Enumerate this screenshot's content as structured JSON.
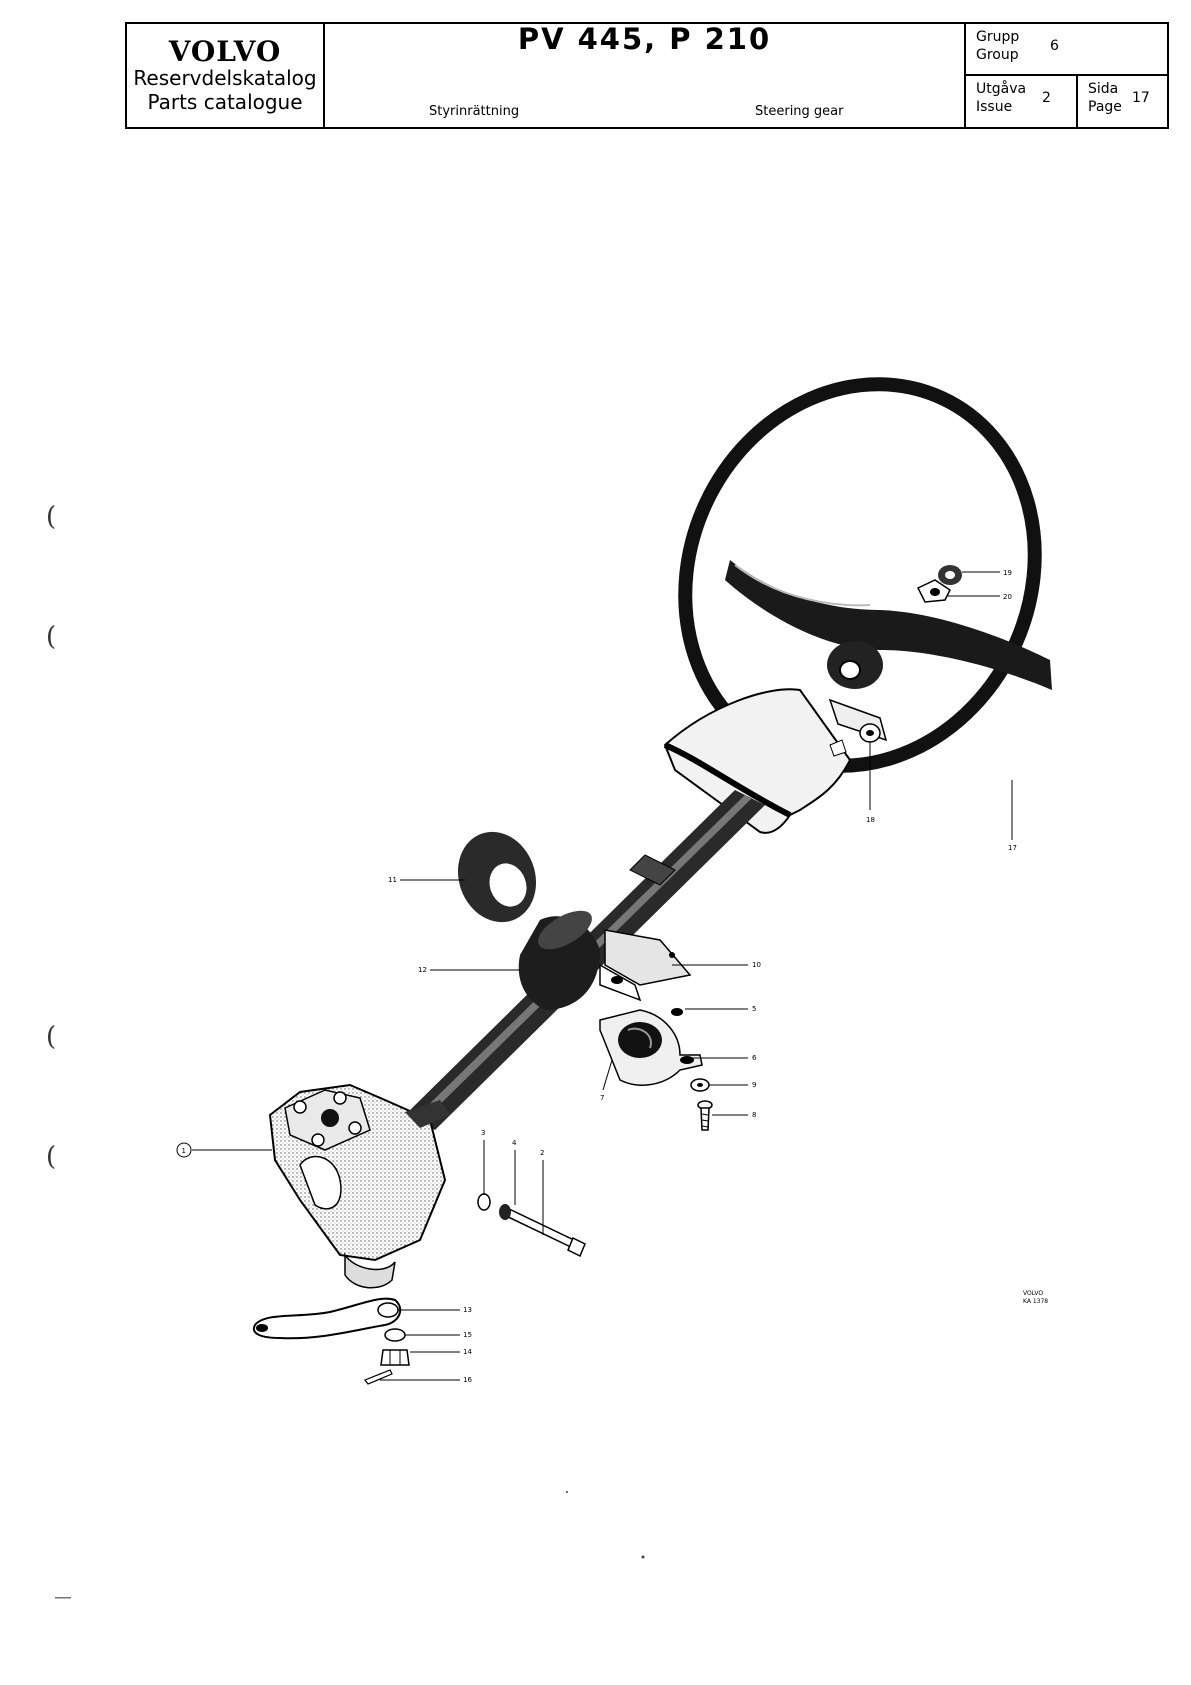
{
  "header": {
    "brand": "VOLVO",
    "catalog_sv": "Reservdelskatalog",
    "catalog_en": "Parts catalogue",
    "model": "PV 445, P 210",
    "section_sv": "Styrinrättning",
    "section_en": "Steering gear",
    "group_label_sv": "Grupp",
    "group_label_en": "Group",
    "group_value": "6",
    "issue_label_sv": "Utgåva",
    "issue_label_en": "Issue",
    "issue_value": "2",
    "page_label_sv": "Sida",
    "page_label_en": "Page",
    "page_value": "17"
  },
  "margin_marks": [
    "(",
    "(",
    "(",
    "("
  ],
  "callouts": [
    "1",
    "2",
    "3",
    "4",
    "5",
    "6",
    "7",
    "8",
    "9",
    "10",
    "11",
    "12",
    "13",
    "14",
    "15",
    "16",
    "17",
    "18",
    "19",
    "20"
  ],
  "drawing_ref": {
    "line1": "VOLVO",
    "line2": "KA 1378"
  }
}
